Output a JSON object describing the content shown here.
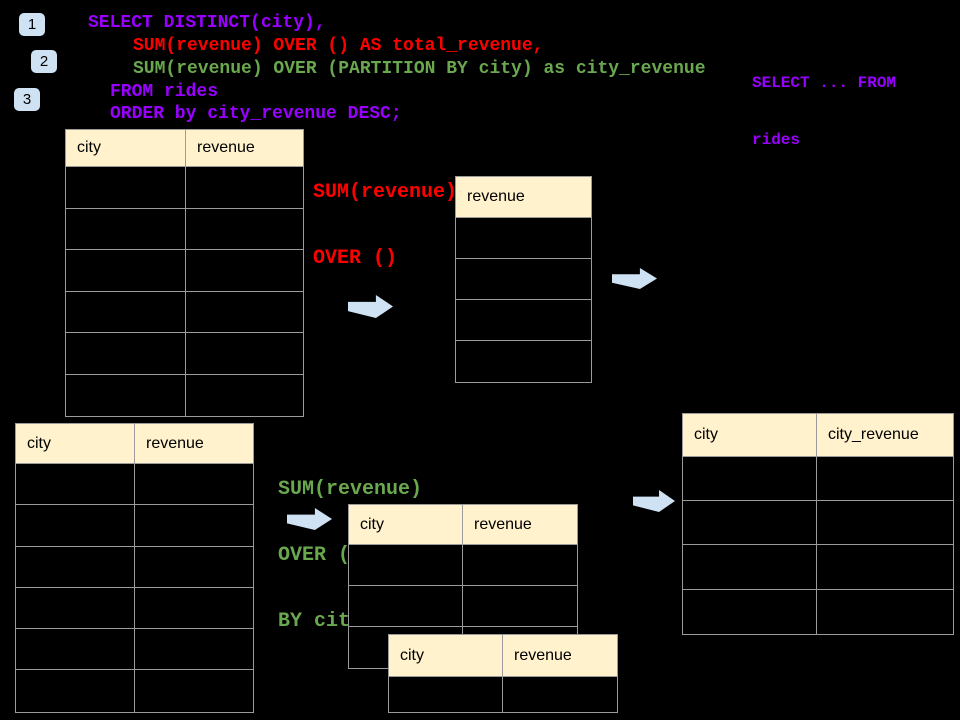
{
  "colors": {
    "background": "#000000",
    "sql_purple": "#9900ff",
    "sql_red": "#ff0000",
    "sql_green": "#6aa84f",
    "table_header_fill": "#fff2cc",
    "table_border": "#9b9b9b",
    "arrow_fill": "#cfe2f3",
    "badge_fill": "#cfe2f3"
  },
  "step_badges": [
    "1",
    "2",
    "3"
  ],
  "sql_code": {
    "line1": "SELECT DISTINCT(city),",
    "line2": "SUM(revenue) OVER () AS total_revenue,",
    "line3": "SUM(revenue) OVER (PARTITION BY city) as city_revenue",
    "line4": "FROM rides",
    "line5": "ORDER by city_revenue DESC;"
  },
  "side_note": {
    "line1": "SELECT ... FROM",
    "line2": "rides"
  },
  "annotations": {
    "total": {
      "line1": "SUM(revenue)",
      "line2": "OVER ()"
    },
    "partition": {
      "line1": "SUM(revenue)",
      "line2": "OVER (PARTITION",
      "line3": "BY city)"
    }
  },
  "tables": {
    "source_top": {
      "columns": [
        "city",
        "revenue"
      ],
      "body_rows": 6
    },
    "total_result": {
      "columns": [
        "revenue"
      ],
      "body_rows": 4
    },
    "source_bottom": {
      "columns": [
        "city",
        "revenue"
      ],
      "body_rows": 6
    },
    "partition_step": {
      "columns": [
        "city",
        "revenue"
      ],
      "body_rows": 3
    },
    "partition_overlap": {
      "columns": [
        "city",
        "revenue"
      ],
      "body_rows": 1
    },
    "partition_result": {
      "columns": [
        "city",
        "city_revenue"
      ],
      "body_rows": 4
    }
  }
}
